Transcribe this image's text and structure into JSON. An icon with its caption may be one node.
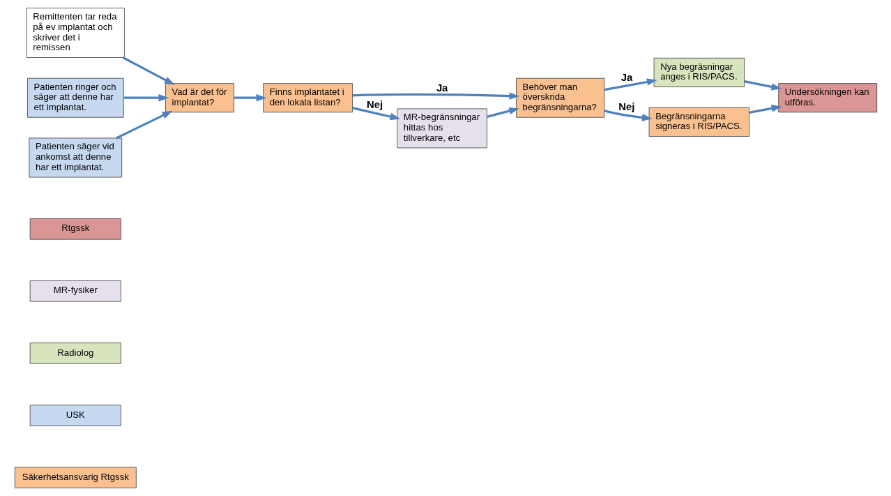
{
  "diagram": {
    "nodes": [
      {
        "text": [
          "Remittenten tar reda på ev implantat och skriver det i remissen"
        ]
      },
      {
        "text": [
          "Patienten ringer och säger att denne har ett implantat."
        ]
      },
      {
        "text": [
          "Patienten säger vid ankomst att denne har ett implantat."
        ]
      },
      {
        "text": [
          "Vad är det för implantat?"
        ]
      },
      {
        "text": [
          "Finns implantatet i den lokala listan?"
        ]
      },
      {
        "text": [
          "Behöver man överskrida begränsningarna?"
        ]
      },
      {
        "text": [
          "MR-begränsningar hittas hos tillverkare, etc"
        ]
      },
      {
        "text": [
          "Nya begräsningar anges i RIS/PACS."
        ]
      },
      {
        "text": [
          "Begränsningarna signeras i RIS/PACS."
        ]
      },
      {
        "text": [
          "Undersökningen kan utföras."
        ]
      }
    ],
    "edges": [
      {
        "from": 0,
        "to": 3,
        "arrow": "to"
      },
      {
        "from": 1,
        "to": 3,
        "arrow": "to"
      },
      {
        "from": 2,
        "to": 3,
        "arrow": "to"
      },
      {
        "from": 3,
        "to": 4,
        "arrow": "to"
      },
      {
        "from": 4,
        "to": 5,
        "arrow": "to",
        "label": "Ja"
      },
      {
        "from": 4,
        "to": 6,
        "arrow": "to",
        "label": "Nej"
      },
      {
        "from": 6,
        "to": 5,
        "arrow": "to"
      },
      {
        "from": 5,
        "to": 7,
        "arrow": "to",
        "label": "Ja"
      },
      {
        "from": 5,
        "to": 8,
        "arrow": "to",
        "label": "Nej"
      },
      {
        "from": 7,
        "to": 9,
        "arrow": "to"
      },
      {
        "from": 8,
        "to": 9,
        "arrow": "to"
      }
    ],
    "legend": [
      {
        "text": "Rtgssk",
        "color": "#d99694"
      },
      {
        "text": "MR-fysiker",
        "color": "#e6e0ec"
      },
      {
        "text": "Radiolog",
        "color": "#d7e4bd"
      },
      {
        "text": "USK",
        "color": "#c6d9f1"
      },
      {
        "text": "Säkerhetsansvarig Rtgssk",
        "color": "#fac090"
      }
    ]
  }
}
